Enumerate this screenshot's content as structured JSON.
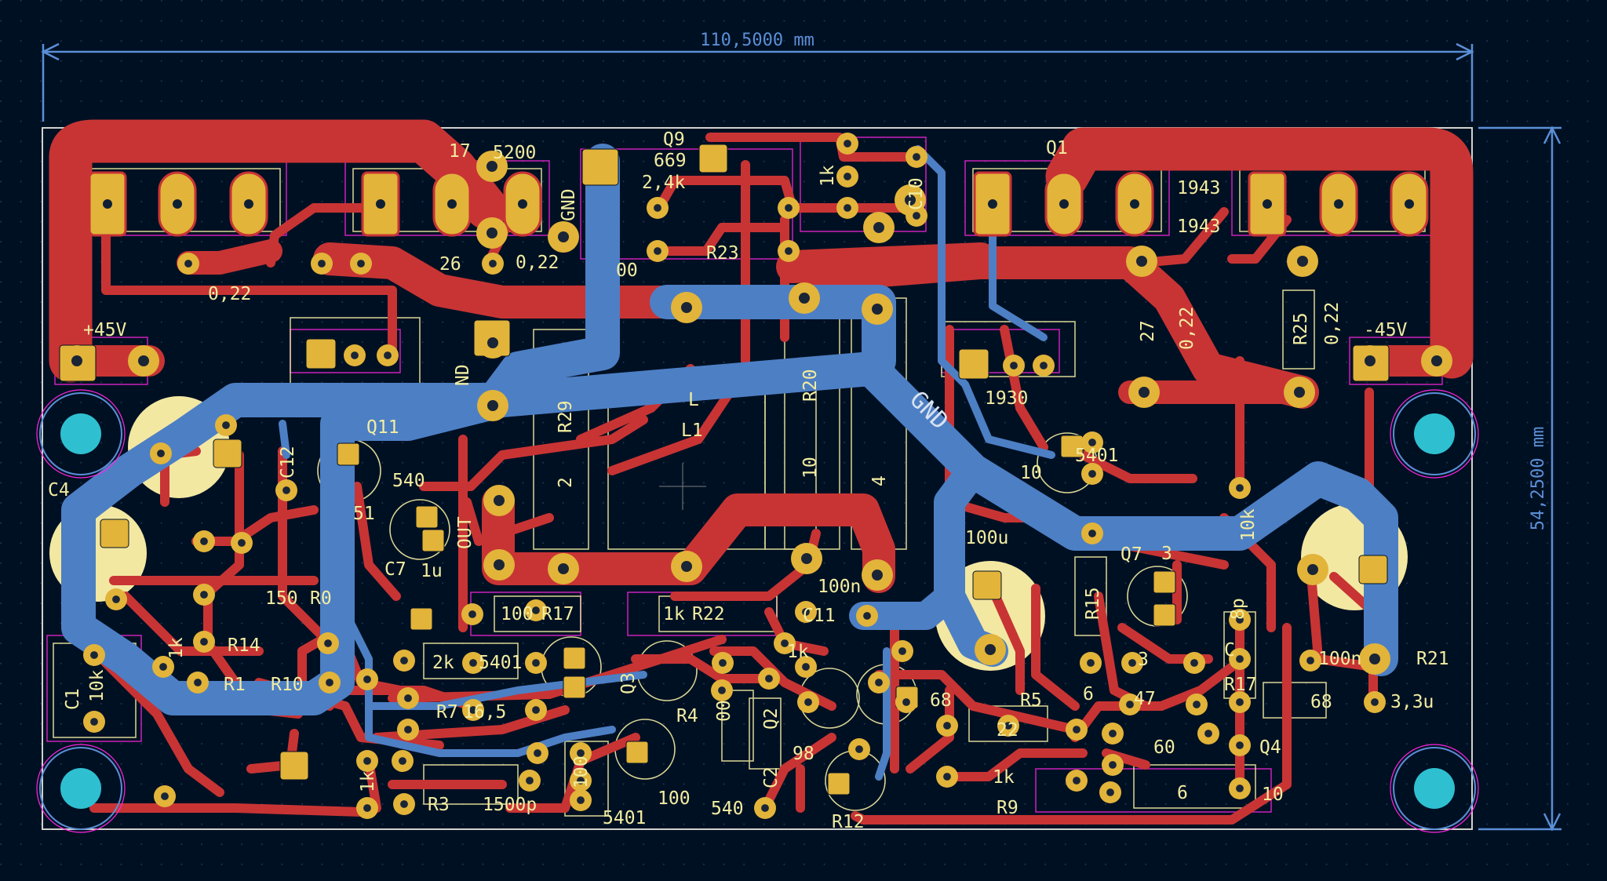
{
  "view": {
    "background": "#001023",
    "grid_dot_color": "#24344e"
  },
  "colors": {
    "front_copper": "#c83434",
    "back_copper": "#4d7fc4",
    "pad_gold": "#e2b43a",
    "silkscreen": "#f2eda1",
    "courtyard": "#ff26e2",
    "fab": "#a8a8a8",
    "dimension": "#5b8fd6",
    "edge_cuts": "#d0d2cd",
    "mounting_hole": "#2ec0d1",
    "electrolytic_fill": "#f3e8a2"
  },
  "dimensions": {
    "width_label": "110,5000 mm",
    "height_label": "54,2500 mm"
  },
  "net_labels": {
    "gnd_zone": "GND"
  },
  "icons": {
    "mounting_hole": "mounting-hole-icon",
    "origin_marker": "crosshair-icon"
  },
  "silk_labels": [
    {
      "id": "q9",
      "text": "Q9"
    },
    {
      "id": "v669",
      "text": "669"
    },
    {
      "id": "v2k4",
      "text": "2,4k"
    },
    {
      "id": "r23",
      "text": "R23"
    },
    {
      "id": "v00",
      "text": "00"
    },
    {
      "id": "v1k_top",
      "text": "1k"
    },
    {
      "id": "c10",
      "text": "C10"
    },
    {
      "id": "v17",
      "text": "17"
    },
    {
      "id": "v5200",
      "text": "5200"
    },
    {
      "id": "gnd_top",
      "text": "GND"
    },
    {
      "id": "r26",
      "text": "26"
    },
    {
      "id": "v022_a",
      "text": "0,22"
    },
    {
      "id": "v022_b",
      "text": "0,22"
    },
    {
      "id": "p45",
      "text": "+45V"
    },
    {
      "id": "q1",
      "text": "Q1"
    },
    {
      "id": "v1943",
      "text": "1943"
    },
    {
      "id": "v1943b",
      "text": "1943"
    },
    {
      "id": "v27",
      "text": "27"
    },
    {
      "id": "v022_c",
      "text": "0,22"
    },
    {
      "id": "r25",
      "text": "R25"
    },
    {
      "id": "v022_d",
      "text": "0,22"
    },
    {
      "id": "m45",
      "text": "-45V"
    },
    {
      "id": "v1930",
      "text": "1930"
    },
    {
      "id": "q11",
      "text": "Q11"
    },
    {
      "id": "nd",
      "text": "ND"
    },
    {
      "id": "r29",
      "text": "R29"
    },
    {
      "id": "v2",
      "text": "2"
    },
    {
      "id": "l",
      "text": "L"
    },
    {
      "id": "l1",
      "text": "L1"
    },
    {
      "id": "r20",
      "text": "R20"
    },
    {
      "id": "v10",
      "text": "10"
    },
    {
      "id": "v4",
      "text": "4"
    },
    {
      "id": "c4",
      "text": "C4"
    },
    {
      "id": "c12",
      "text": "C12"
    },
    {
      "id": "v540",
      "text": "540"
    },
    {
      "id": "v51",
      "text": "51"
    },
    {
      "id": "out",
      "text": "OUT"
    },
    {
      "id": "c7",
      "text": "C7"
    },
    {
      "id": "v1u",
      "text": "1u"
    },
    {
      "id": "v150",
      "text": "150"
    },
    {
      "id": "r0",
      "text": "R0"
    },
    {
      "id": "v100_r17",
      "text": "100"
    },
    {
      "id": "r17",
      "text": "R17"
    },
    {
      "id": "v1k_r22",
      "text": "1k"
    },
    {
      "id": "r22",
      "text": "R22"
    },
    {
      "id": "v100n_a",
      "text": "100n"
    },
    {
      "id": "c11",
      "text": "C11"
    },
    {
      "id": "v100u",
      "text": "100u"
    },
    {
      "id": "v5401_a",
      "text": "5401"
    },
    {
      "id": "v10_b",
      "text": "10"
    },
    {
      "id": "q7",
      "text": "Q7"
    },
    {
      "id": "v3_q7",
      "text": "3"
    },
    {
      "id": "r15",
      "text": "R15"
    },
    {
      "id": "v10k_a",
      "text": "10k"
    },
    {
      "id": "v8p",
      "text": "8p"
    },
    {
      "id": "c_r",
      "text": "C"
    },
    {
      "id": "v100n_b",
      "text": "100n"
    },
    {
      "id": "r21",
      "text": "R21"
    },
    {
      "id": "v68",
      "text": "68"
    },
    {
      "id": "v3u3",
      "text": "3,3u"
    },
    {
      "id": "c1",
      "text": "C1"
    },
    {
      "id": "v10k_b",
      "text": "10k"
    },
    {
      "id": "r1",
      "text": "R1"
    },
    {
      "id": "r10",
      "text": "R10"
    },
    {
      "id": "r14",
      "text": "R14"
    },
    {
      "id": "v2k",
      "text": "2k"
    },
    {
      "id": "v5401_b",
      "text": "5401"
    },
    {
      "id": "q3",
      "text": "Q3"
    },
    {
      "id": "r4",
      "text": "R4"
    },
    {
      "id": "v00b",
      "text": "00"
    },
    {
      "id": "q2",
      "text": "Q2"
    },
    {
      "id": "v1k_r7",
      "text": "1k"
    },
    {
      "id": "r7",
      "text": "R7"
    },
    {
      "id": "v165",
      "text": "16,5"
    },
    {
      "id": "v68b",
      "text": "68"
    },
    {
      "id": "r5",
      "text": "R5"
    },
    {
      "id": "v22",
      "text": "22"
    },
    {
      "id": "v6",
      "text": "6"
    },
    {
      "id": "v3b",
      "text": "3"
    },
    {
      "id": "v47",
      "text": "47"
    },
    {
      "id": "r17b",
      "text": "R17"
    },
    {
      "id": "v60",
      "text": "60"
    },
    {
      "id": "q4",
      "text": "Q4"
    },
    {
      "id": "v98",
      "text": "98"
    },
    {
      "id": "c2",
      "text": "C2"
    },
    {
      "id": "v100_r3",
      "text": "100"
    },
    {
      "id": "r3",
      "text": "R3"
    },
    {
      "id": "v1500p",
      "text": "1500p"
    },
    {
      "id": "v5401_c",
      "text": "5401"
    },
    {
      "id": "v100_b",
      "text": "100"
    },
    {
      "id": "v540b",
      "text": "540"
    },
    {
      "id": "r12",
      "text": "R12"
    },
    {
      "id": "v1k_b",
      "text": "1k"
    },
    {
      "id": "r9",
      "text": "R9"
    },
    {
      "id": "v6b",
      "text": "6"
    },
    {
      "id": "v10_c",
      "text": "10"
    },
    {
      "id": "v1k_c",
      "text": "1k"
    },
    {
      "id": "v1k_d",
      "text": "1k"
    }
  ]
}
